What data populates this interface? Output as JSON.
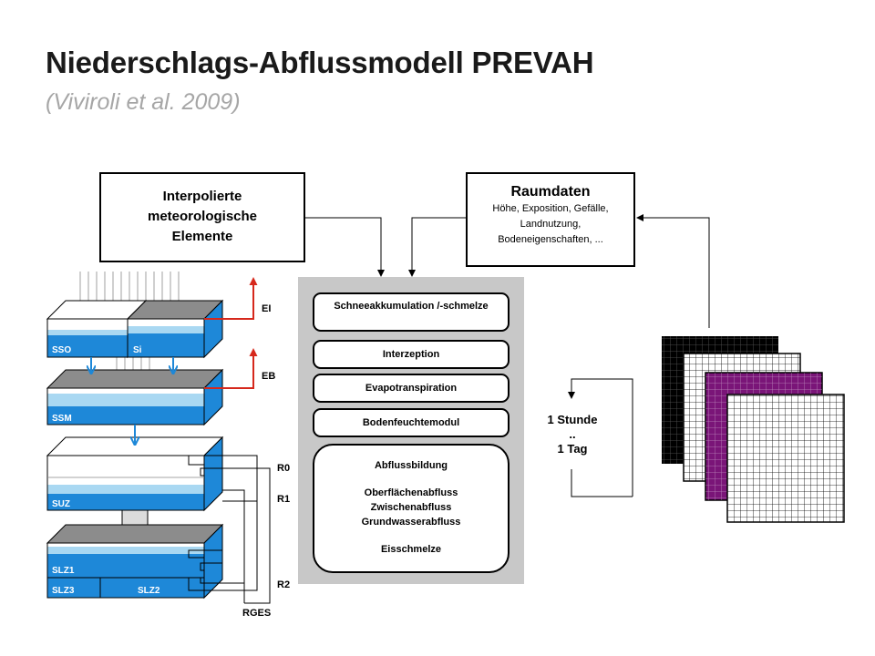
{
  "header": {
    "title": "Niederschlags-Abflussmodell PREVAH",
    "subtitle": "(Viviroli et al. 2009)"
  },
  "inputs": {
    "interpolated": {
      "line1": "Interpolierte",
      "line2": "meteorologische",
      "line3": "Elemente"
    },
    "raumdaten": {
      "title": "Raumdaten",
      "line1": "Höhe, Exposition, Gefälle,",
      "line2": "Landnutzung,",
      "line3": "Bodeneigenschaften, ..."
    }
  },
  "modules": {
    "snow": "Schneeakkumulation /-schmelze",
    "interception": "Interzeption",
    "evapo": "Evapotranspiration",
    "soil": "Bodenfeuchtemodul",
    "runoff": {
      "title": "Abflussbildung",
      "item1": "Oberflächenabfluss",
      "item2": "Zwischenabfluss",
      "item3": "Grundwasserabfluss",
      "item4": "Eisschmelze"
    }
  },
  "timestep": {
    "line1": "1 Stunde",
    "line2": "..",
    "line3": "1 Tag"
  },
  "storages": {
    "sso": "SSO",
    "si": "Si",
    "ssm": "SSM",
    "suz": "SUZ",
    "slz1": "SLZ1",
    "slz2": "SLZ2",
    "slz3": "SLZ3"
  },
  "fluxes": {
    "ei": "EI",
    "eb": "EB",
    "r0": "R0",
    "r1": "R1",
    "r2": "R2",
    "rges": "RGES"
  },
  "colors": {
    "water": "#1e88d8",
    "water_light": "#a9d8f2",
    "gray_top": "#8c8c8c",
    "panel": "#c8c8c8",
    "arrow_red": "#d6281c",
    "grid_purple": "#7a1578"
  }
}
